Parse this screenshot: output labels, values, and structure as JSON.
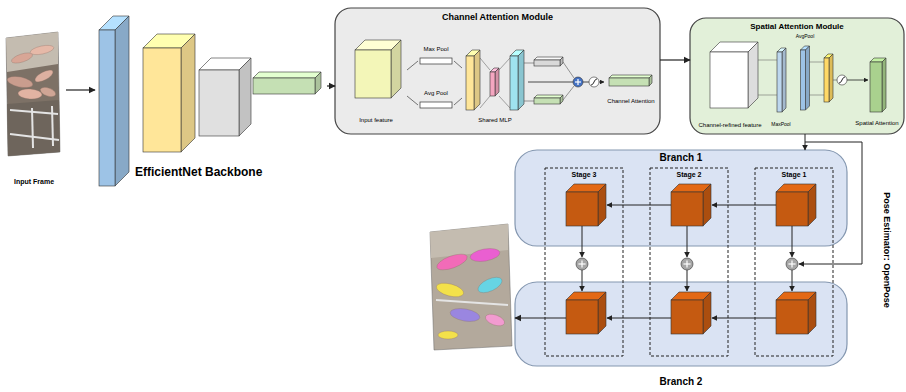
{
  "diagram": {
    "nodes": [
      {
        "text": [
          "Input Frame"
        ]
      },
      {
        "text": [
          "EfficientNet Backbone"
        ]
      },
      {
        "text": [
          "Channel Attention Module"
        ]
      },
      {
        "text": [
          "Input feature"
        ],
        "in": 2
      },
      {
        "text": [
          "Max Pool"
        ],
        "in": 2
      },
      {
        "text": [
          "Avg Pool"
        ],
        "in": 2
      },
      {
        "text": [
          "Shared MLP"
        ],
        "in": 2
      },
      {
        "text": [
          "Channel Attention"
        ],
        "in": 2
      },
      {
        "text": [
          "Spatial Attention Module"
        ]
      },
      {
        "text": [
          "Channel-refined feature"
        ],
        "in": 8
      },
      {
        "text": [
          "MaxPool"
        ],
        "in": 8
      },
      {
        "text": [
          "AvgPool"
        ],
        "in": 8
      },
      {
        "text": [
          "Spatial Attention"
        ],
        "in": 8
      },
      {
        "text": [
          "Branch 1"
        ]
      },
      {
        "text": [
          "Branch 2"
        ]
      },
      {
        "text": [
          "Stage 3"
        ]
      },
      {
        "text": [
          "Stage 2"
        ]
      },
      {
        "text": [
          "Stage 1"
        ]
      }
    ],
    "edges": [
      {
        "from": 0,
        "to": 1,
        "arrow": "to"
      },
      {
        "from": 1,
        "to": 2,
        "arrow": "to"
      },
      {
        "from": 3,
        "to": 4,
        "arrow": "none"
      },
      {
        "from": 3,
        "to": 5,
        "arrow": "none"
      },
      {
        "from": 4,
        "to": 6,
        "arrow": "none"
      },
      {
        "from": 5,
        "to": 6,
        "arrow": "none"
      },
      {
        "from": 6,
        "to": 7,
        "arrow": "to"
      },
      {
        "from": 2,
        "to": 8,
        "arrow": "to"
      },
      {
        "from": 8,
        "to": 13,
        "arrow": "to"
      }
    ],
    "labels": [
      "Pose Estimator: OpenPose"
    ]
  }
}
